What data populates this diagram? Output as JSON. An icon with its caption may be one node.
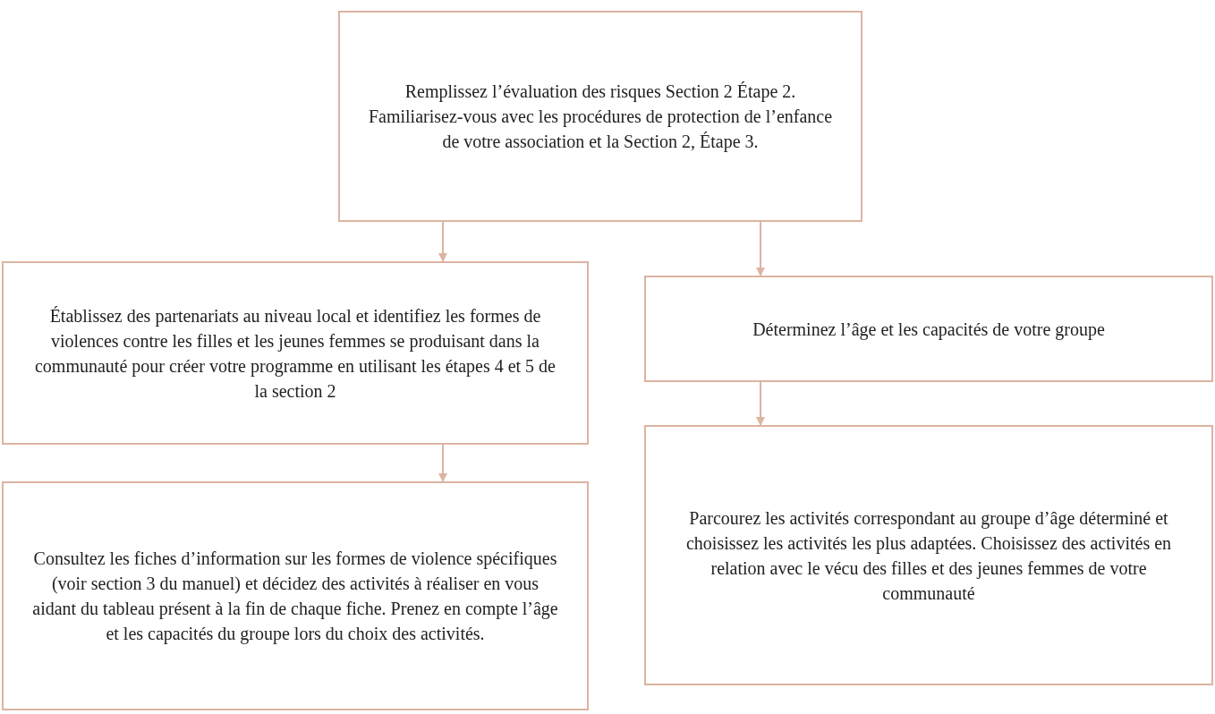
{
  "diagram": {
    "nodes": [
      {
        "text": [
          "Remplissez l’évaluation des risques Section 2 Étape 2. Familiarisez-vous avec les procédures de protection de l’enfance de votre association et la Section 2, Étape 3."
        ]
      },
      {
        "text": [
          "Établissez des partenariats au niveau local et identifiez les formes de violences contre les filles et les jeunes femmes se produisant dans la communauté pour créer votre programme en utilisant les étapes 4 et 5 de la section 2"
        ]
      },
      {
        "text": [
          "Consultez les fiches d’information sur les formes de violence spécifiques (voir section 3 du manuel) et décidez des activités à réaliser en vous aidant du tableau présent à la fin de chaque fiche. Prenez en compte l’âge et les capacités du groupe lors du choix des activités."
        ]
      },
      {
        "text": [
          "Déterminez l’âge et les capacités de votre groupe"
        ]
      },
      {
        "text": [
          "Parcourez les activités correspondant au groupe d’âge déterminé et choisissez les activités les plus adaptées. Choisissez des activités en relation avec le vécu des filles et des jeunes femmes de votre communauté"
        ]
      }
    ],
    "edges": [
      {
        "from": 0,
        "to": 1,
        "arrow": "to"
      },
      {
        "from": 0,
        "to": 3,
        "arrow": "to"
      },
      {
        "from": 1,
        "to": 2,
        "arrow": "to"
      },
      {
        "from": 3,
        "to": 4,
        "arrow": "to"
      }
    ]
  }
}
